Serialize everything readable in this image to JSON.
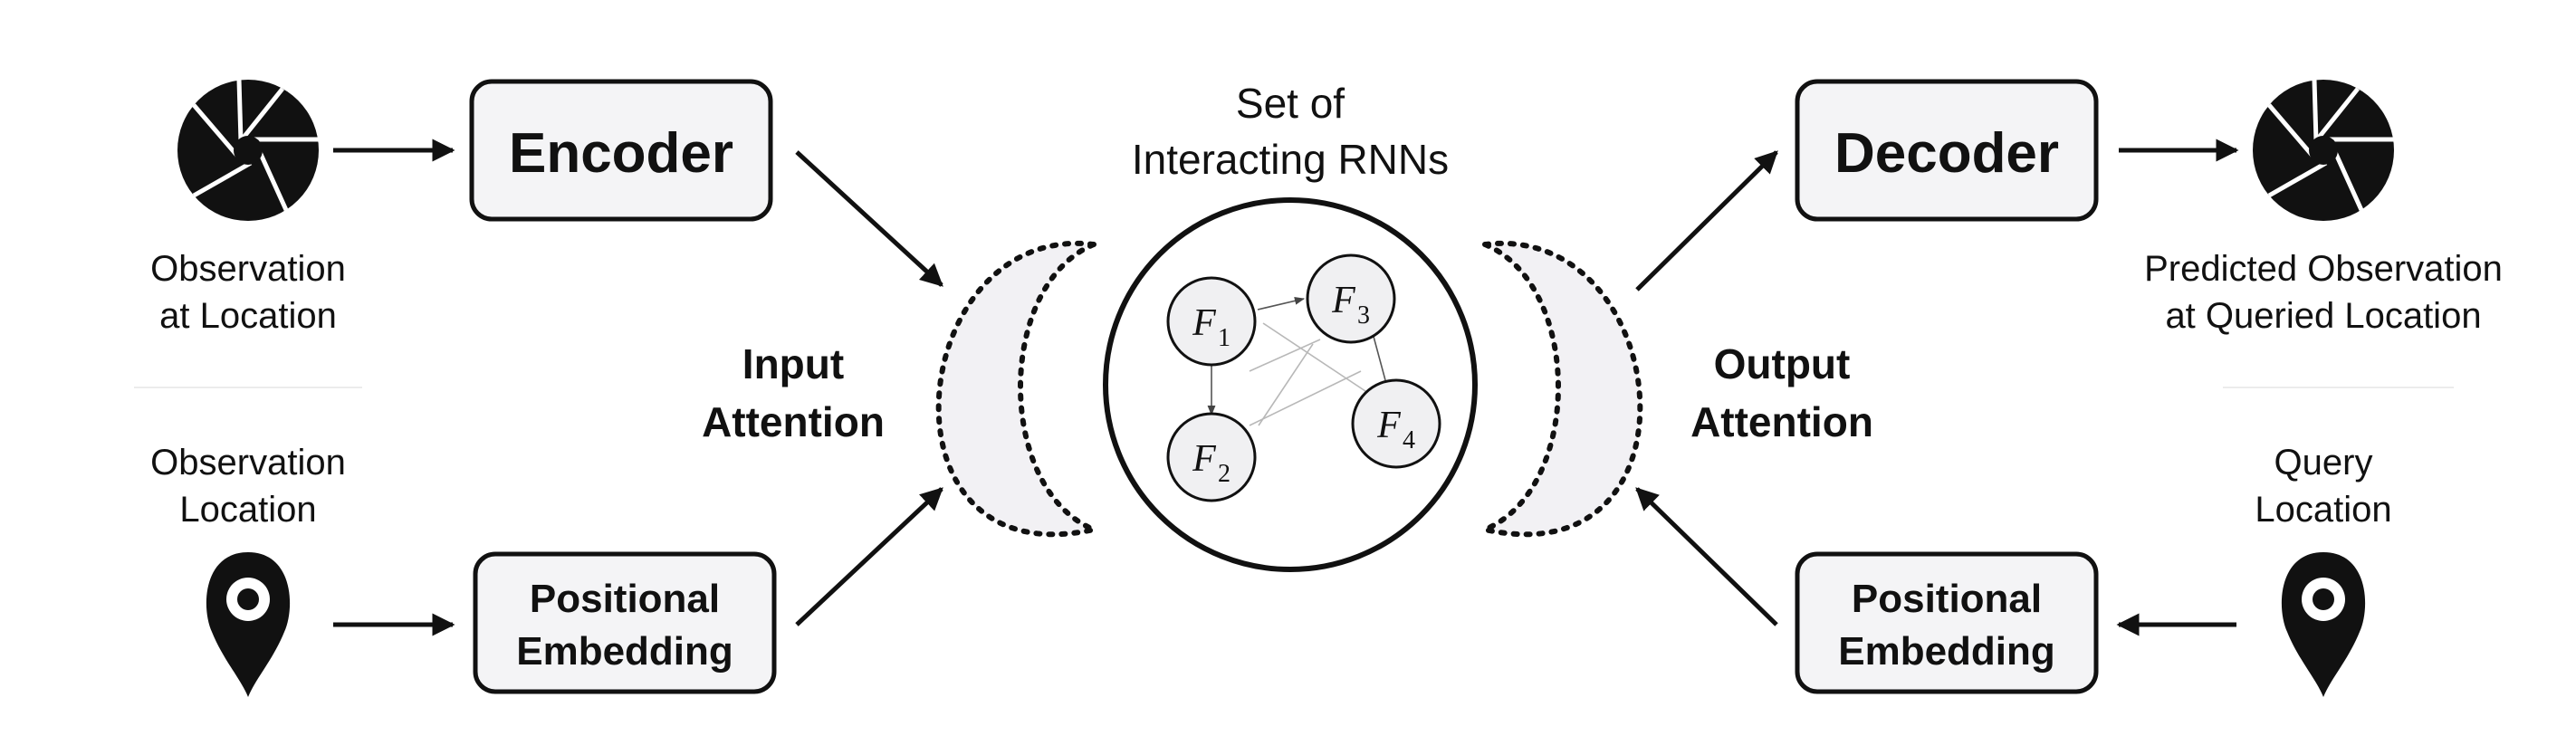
{
  "left": {
    "observation_label_1": "Observation",
    "observation_label_2": "at Location",
    "location_label_1": "Observation",
    "location_label_2": "Location",
    "encoder_label": "Encoder",
    "pos_embed_label_1": "Positional",
    "pos_embed_label_2": "Embedding",
    "attention_label_1": "Input",
    "attention_label_2": "Attention"
  },
  "center": {
    "title_1": "Set of",
    "title_2": "Interacting RNNs",
    "nodes": [
      {
        "letter": "F",
        "sub": "1"
      },
      {
        "letter": "F",
        "sub": "3"
      },
      {
        "letter": "F",
        "sub": "2"
      },
      {
        "letter": "F",
        "sub": "4"
      }
    ]
  },
  "right": {
    "decoder_label": "Decoder",
    "predicted_label_1": "Predicted Observation",
    "predicted_label_2": "at Queried Location",
    "query_label_1": "Query",
    "query_label_2": "Location",
    "pos_embed_label_1": "Positional",
    "pos_embed_label_2": "Embedding",
    "attention_label_1": "Output",
    "attention_label_2": "Attention"
  },
  "icons": {
    "observation": "camera-aperture-icon",
    "location": "map-pin-icon"
  },
  "colors": {
    "ink": "#111111",
    "box_fill": "#f4f4f6",
    "attention_fill": "#f2f1f4"
  }
}
